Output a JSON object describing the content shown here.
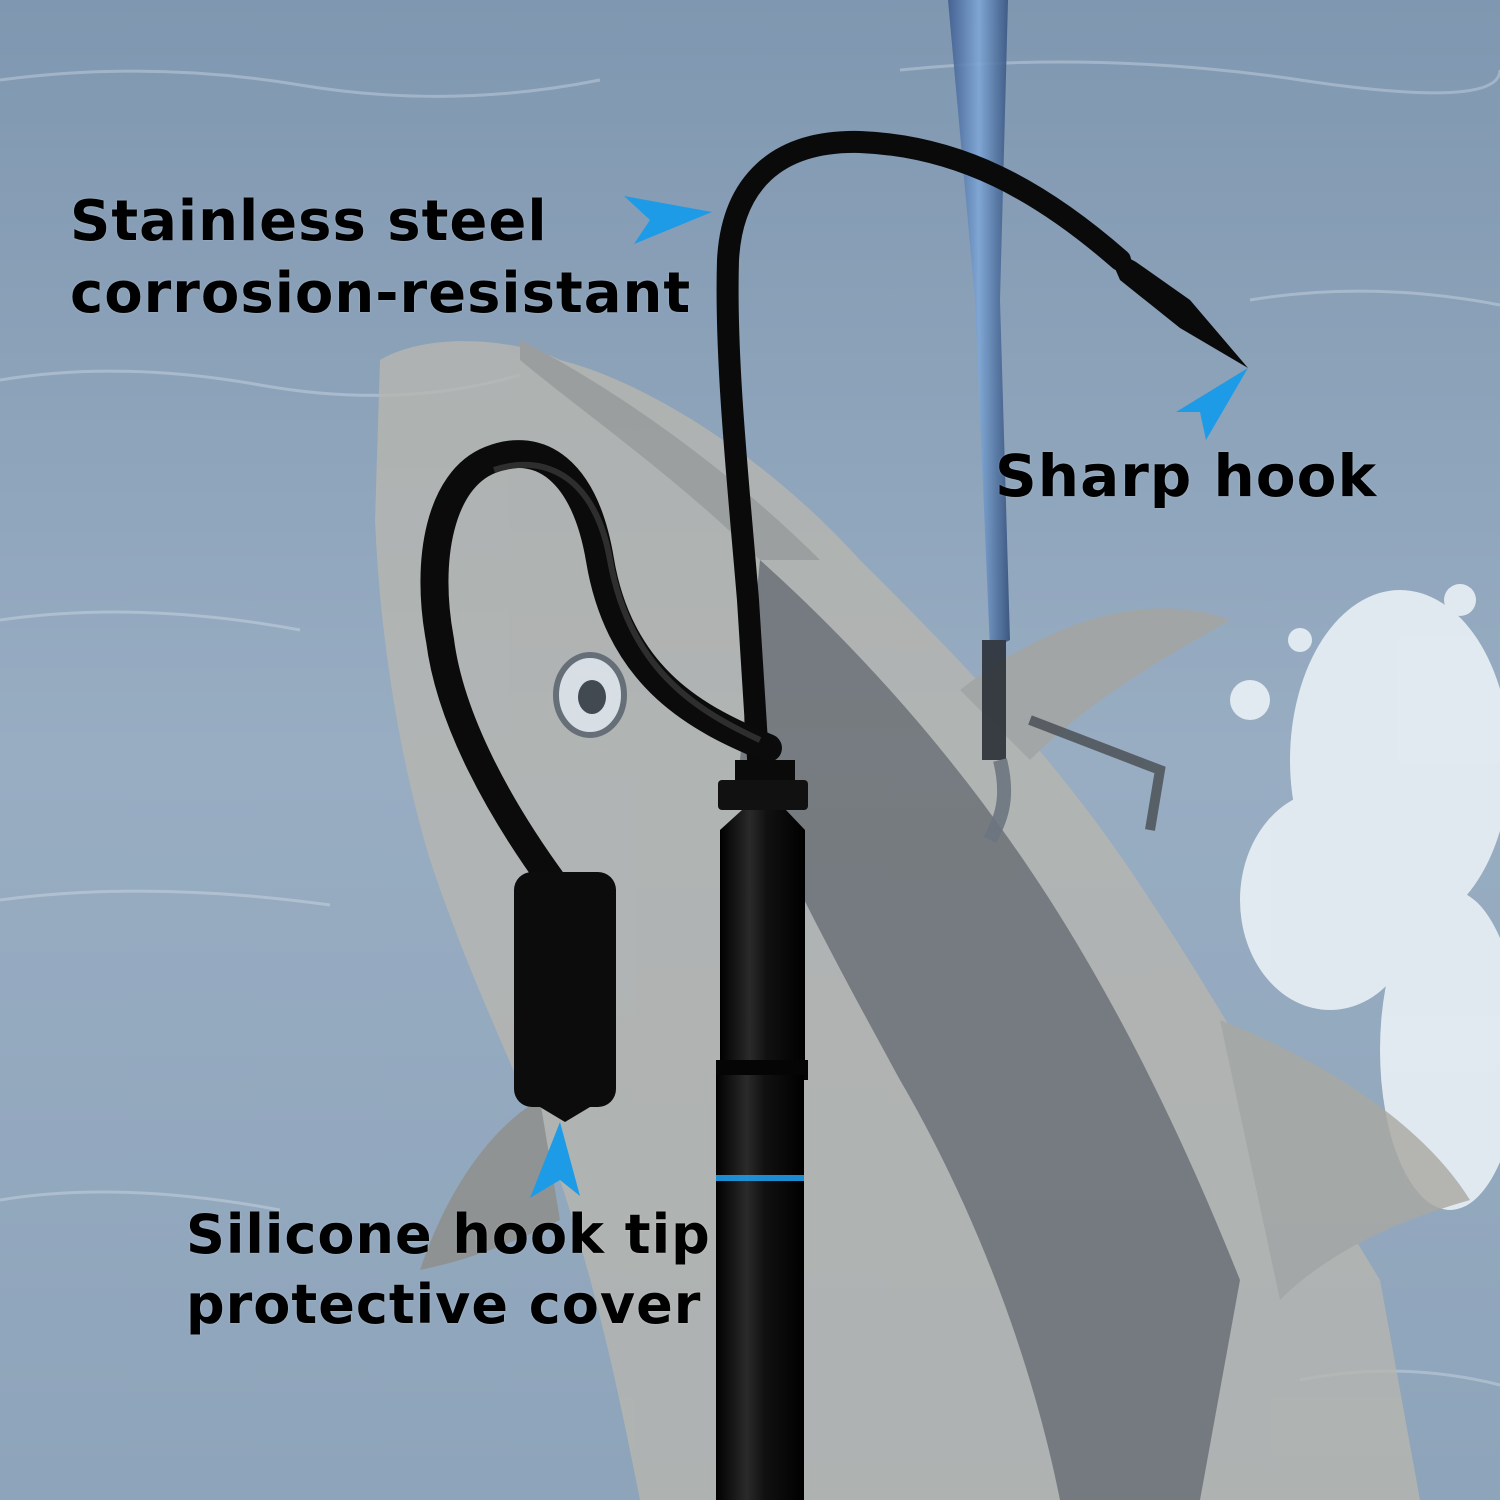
{
  "colors": {
    "water": "#8fa6bd",
    "water_light": "#c9d6e3",
    "fish_overlay": "#b9b7b1",
    "hook_black": "#0a0a0a",
    "arrow_blue": "#1e9be6",
    "text": "#000000"
  },
  "callouts": {
    "steel": {
      "line1": "Stainless steel",
      "line2": "corrosion-resistant"
    },
    "sharp": {
      "line1": "Sharp hook"
    },
    "cover": {
      "line1": "Silicone hook tip",
      "line2": "protective cover"
    }
  }
}
